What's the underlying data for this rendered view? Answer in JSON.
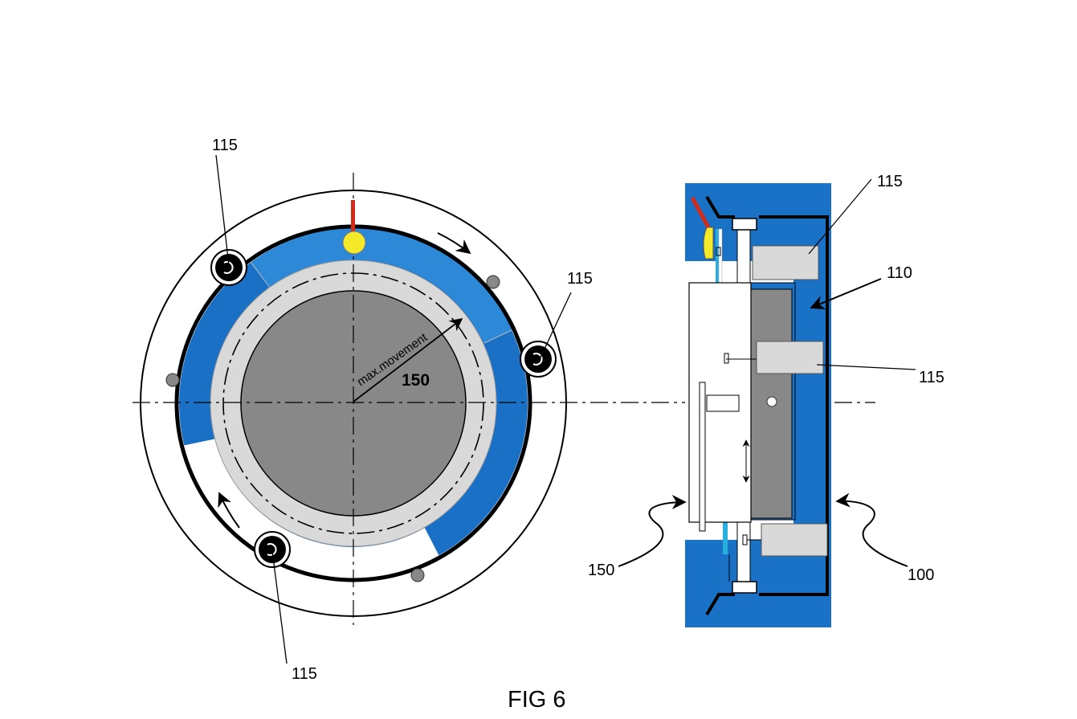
{
  "figure": {
    "caption": "FIG 6",
    "front_view": {
      "labels": {
        "roller_top_left": "115",
        "roller_right": "115",
        "roller_bottom_left": "115",
        "center_part": "150",
        "max_movement": "max.movement"
      }
    },
    "side_view": {
      "labels": {
        "roller_top": "115",
        "housing": "110",
        "roller_middle": "115",
        "part": "150",
        "frame": "100"
      }
    }
  },
  "colors": {
    "ring_blue": "#1a70c4",
    "ring_blue_light": "#2b86d6",
    "housing_blue": "#1a72c6",
    "strip_blue": "#29aee0",
    "center_gray": "#888888",
    "light_gray": "#d9d9d9",
    "marker_yellow": "#f4ea2a",
    "pointer_red": "#d42a1a"
  }
}
